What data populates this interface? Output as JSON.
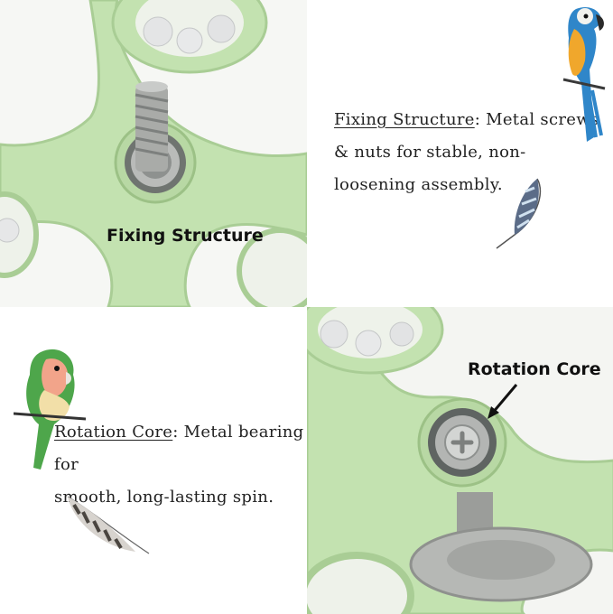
{
  "panels": {
    "fixing_photo": {
      "label": "Fixing Structure"
    },
    "fixing_text": {
      "term": "Fixing Structure",
      "sep": ": ",
      "lines": [
        "Metal screws",
        "& nuts for stable, non-",
        "loosening assembly."
      ]
    },
    "rotation_text": {
      "term": "Rotation Core",
      "sep": ": ",
      "lines": [
        "Metal bearing for",
        "smooth, long-lasting spin."
      ]
    },
    "rotation_photo": {
      "label": "Rotation Core"
    }
  },
  "colors": {
    "toy_green": "#c3e2b0",
    "toy_green_dark": "#a7cb93",
    "metal": "#a9aba8",
    "text": "#222222"
  },
  "icons": [
    "macaw-icon",
    "feather-icon",
    "lovebird-icon",
    "striped-feather-icon"
  ]
}
